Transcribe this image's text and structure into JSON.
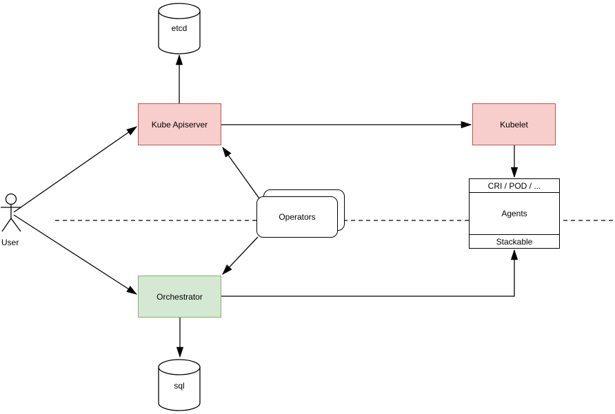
{
  "diagram": {
    "kind": "architecture-diagram",
    "background": "#ffffff",
    "palette": {
      "red_fill": "#f8cecc",
      "red_border": "#b85450",
      "green_fill": "#d5e8d4",
      "green_border": "#82b366",
      "plain_fill": "#ffffff",
      "line": "#000000"
    },
    "nodes": {
      "etcd": {
        "label": "etcd",
        "shape": "cylinder"
      },
      "kube_apiserver": {
        "label": "Kube Apiserver",
        "shape": "rect",
        "fill": "#f8cecc",
        "border": "#b85450"
      },
      "kubelet": {
        "label": "Kubelet",
        "shape": "rect",
        "fill": "#f8cecc",
        "border": "#b85450"
      },
      "agents": {
        "header": "CRI / POD / ...",
        "body": "Agents",
        "footer": "Stackable",
        "shape": "stacked-rect"
      },
      "operators": {
        "label": "Operators",
        "shape": "rounded-rect-stacked"
      },
      "orchestrator": {
        "label": "Orchestrator",
        "shape": "rect",
        "fill": "#d5e8d4",
        "border": "#82b366"
      },
      "sql": {
        "label": "sql",
        "shape": "cylinder"
      },
      "user": {
        "label": "User",
        "shape": "actor"
      }
    },
    "edges": [
      {
        "from": "User",
        "to": "Kube Apiserver",
        "arrow": true
      },
      {
        "from": "User",
        "to": "Orchestrator",
        "arrow": true
      },
      {
        "from": "Kube Apiserver",
        "to": "etcd",
        "arrow": true
      },
      {
        "from": "Kube Apiserver",
        "to": "Kubelet",
        "arrow": true
      },
      {
        "from": "Kubelet",
        "to": "CRI / POD / ...",
        "arrow": true
      },
      {
        "from": "Operators",
        "to": "Kube Apiserver",
        "arrow": true
      },
      {
        "from": "Operators",
        "to": "Orchestrator",
        "arrow": true
      },
      {
        "from": "Orchestrator",
        "to": "Stackable",
        "arrow": true
      },
      {
        "from": "Orchestrator",
        "to": "sql",
        "arrow": true
      }
    ],
    "separator": {
      "style": "dashed",
      "orientation": "horizontal"
    }
  }
}
